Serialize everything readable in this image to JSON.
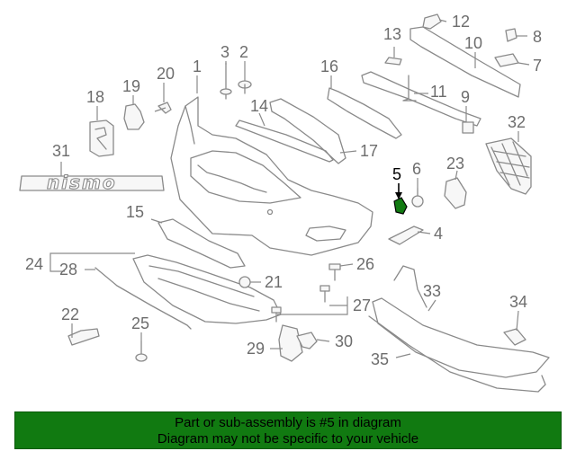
{
  "callouts": {
    "c1": "1",
    "c2": "2",
    "c3": "3",
    "c4": "4",
    "c5": "5",
    "c6": "6",
    "c7": "7",
    "c8": "8",
    "c9": "9",
    "c10": "10",
    "c11": "11",
    "c12": "12",
    "c13": "13",
    "c14": "14",
    "c15": "15",
    "c16": "16",
    "c17": "17",
    "c18": "18",
    "c19": "19",
    "c20": "20",
    "c21": "21",
    "c22": "22",
    "c23": "23",
    "c24": "24",
    "c25": "25",
    "c26": "26",
    "c27": "27",
    "c28": "28",
    "c29": "29",
    "c30": "30",
    "c31": "31",
    "c32": "32",
    "c33": "33",
    "c34": "34",
    "c35": "35"
  },
  "emblem_text": "nismo",
  "highlighted_part": "5",
  "highlight_color": "#117a11",
  "banner": {
    "line1": "Part or sub-assembly is #5 in diagram",
    "line2": "Diagram may not be specific to your vehicle",
    "background": "#117a11"
  }
}
